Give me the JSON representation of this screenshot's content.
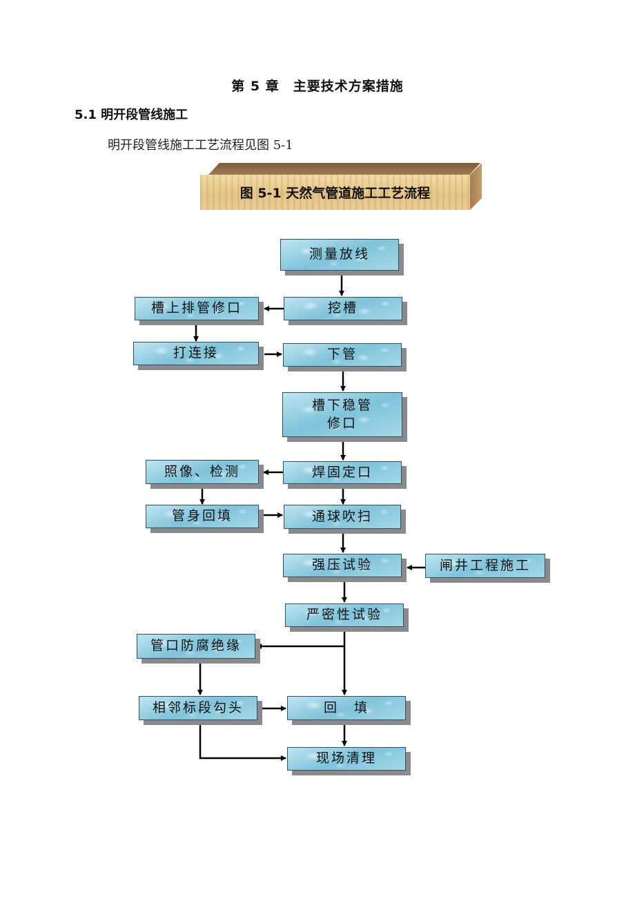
{
  "document": {
    "chapter_title": "第 5 章　主要技术方案措施",
    "section_title": "5.1 明开段管线施工",
    "body_text": "明开段管线施工工艺流程见图 5-1",
    "figure_title": "图 5-1 天然气管道施工工艺流程"
  },
  "flowchart": {
    "steps": {
      "survey": "测量放线",
      "trench": "挖槽",
      "pipe_above": "槽上排管修口",
      "connect": "打连接",
      "lower": "下管",
      "stabilize_1": "槽下稳管",
      "stabilize_2": "修口",
      "weld": "焊固定口",
      "xray": "照像、检测",
      "backfill_body": "管身回填",
      "pigging": "通球吹扫",
      "pressure_test": "强压试验",
      "valve_well": "闸井工程施工",
      "tightness_test": "严密性试验",
      "anticorrosion": "管口防腐绝缘",
      "tie_in": "相邻标段勾头",
      "backfill": "回　填",
      "cleanup": "现场清理"
    }
  }
}
